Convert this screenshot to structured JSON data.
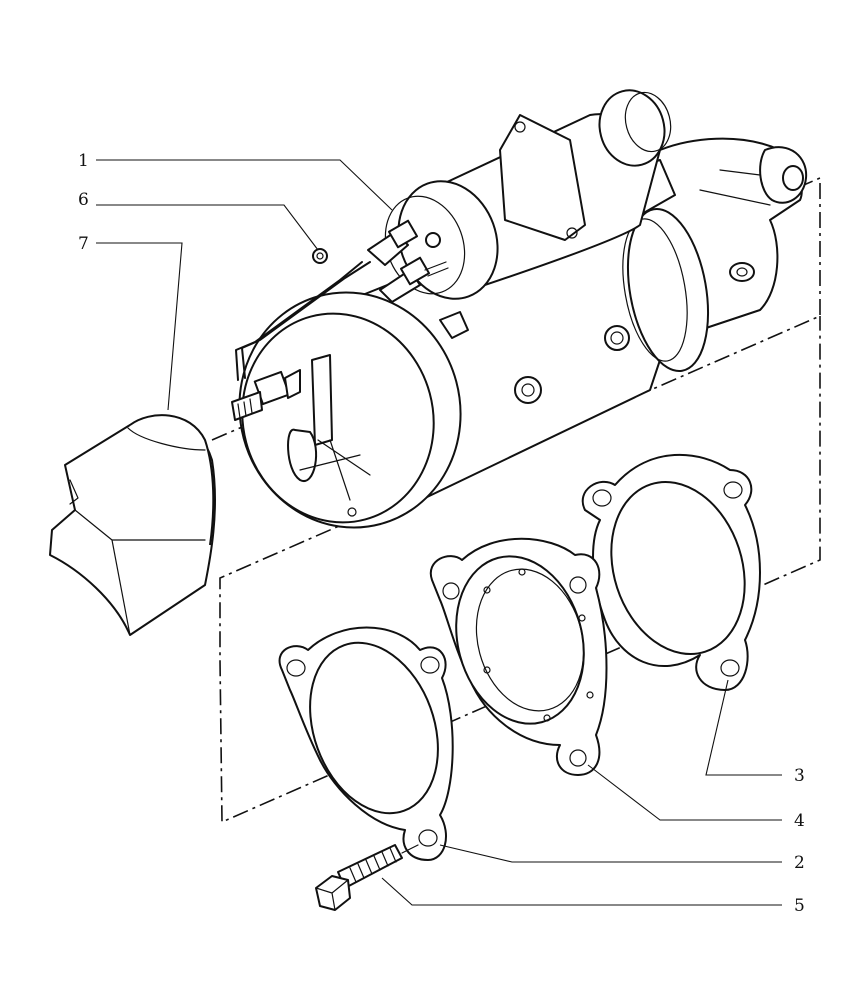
{
  "callouts": [
    {
      "id": "1",
      "label": "1"
    },
    {
      "id": "6",
      "label": "6"
    },
    {
      "id": "7",
      "label": "7"
    },
    {
      "id": "3",
      "label": "3"
    },
    {
      "id": "4",
      "label": "4"
    },
    {
      "id": "2",
      "label": "2"
    },
    {
      "id": "5",
      "label": "5"
    }
  ],
  "parts": {
    "starter_motor": "callout-1",
    "nut": "callout-6",
    "shield": "callout-7",
    "gasket_rear": "callout-3",
    "spacer_plate": "callout-4",
    "gasket_front": "callout-2",
    "bolt": "callout-5"
  }
}
